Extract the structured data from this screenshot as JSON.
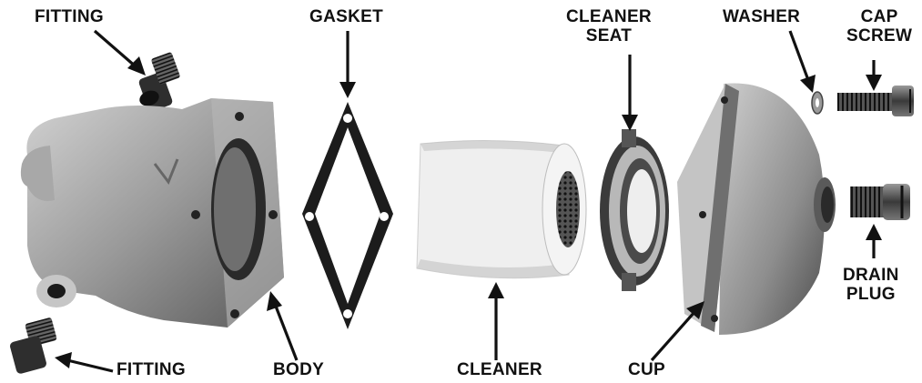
{
  "labels": {
    "fitting_top": "FITTING",
    "gasket": "GASKET",
    "cleaner_seat_1": "CLEANER",
    "cleaner_seat_2": "SEAT",
    "washer": "WASHER",
    "cap_screw_1": "CAP",
    "cap_screw_2": "SCREW",
    "drain_plug_1": "DRAIN",
    "drain_plug_2": "PLUG",
    "fitting_bottom": "FITTING",
    "body": "BODY",
    "cleaner": "CLEANER",
    "cup": "CUP"
  },
  "colors": {
    "metal_light": "#bdbdbd",
    "metal_mid": "#8a8a8a",
    "metal_dark": "#3a3a3a",
    "label": "#111111",
    "background": "#ffffff"
  }
}
